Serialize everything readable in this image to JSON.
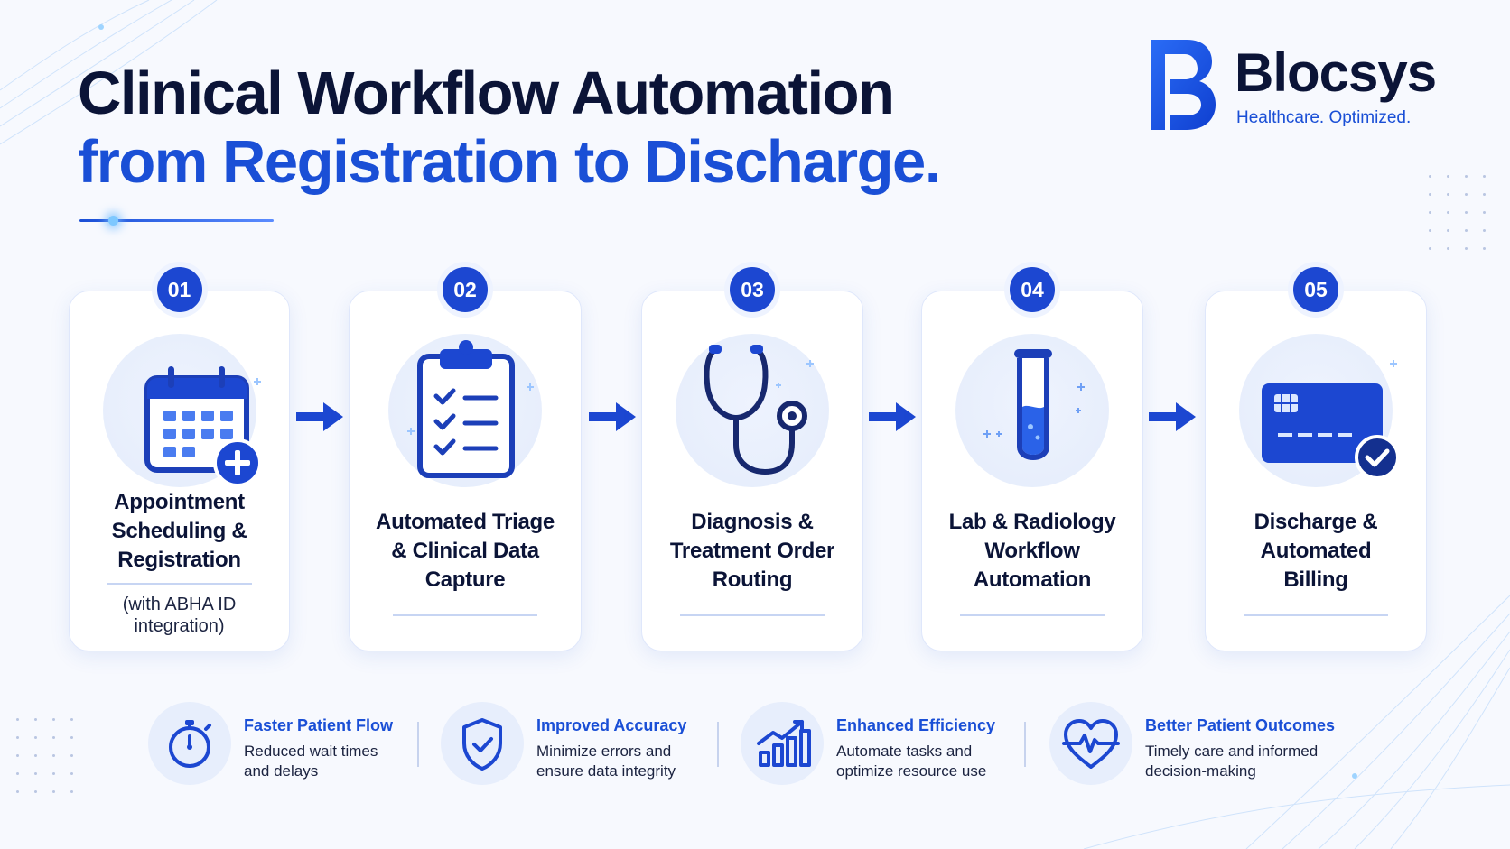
{
  "header": {
    "title_line1": "Clinical Workflow Automation",
    "title_line2": "from Registration to Discharge."
  },
  "brand": {
    "name": "Blocsys",
    "tagline": "Healthcare. Optimized."
  },
  "colors": {
    "primary": "#1c47d1",
    "accent": "#1a4fd6",
    "dark_text": "#0b1437",
    "card_bg": "#ffffff",
    "page_bg": "#f7f9fe"
  },
  "steps": [
    {
      "number": "01",
      "label": "Appointment Scheduling & Registration",
      "note": "(with ABHA ID integration)",
      "icon": "calendar-plus-icon"
    },
    {
      "number": "02",
      "label": "Automated Triage & Clinical Data Capture",
      "icon": "clipboard-checklist-icon"
    },
    {
      "number": "03",
      "label": "Diagnosis & Treatment Order Routing",
      "icon": "stethoscope-icon"
    },
    {
      "number": "04",
      "label": "Lab & Radiology Workflow Automation",
      "icon": "test-tube-icon"
    },
    {
      "number": "05",
      "label": "Discharge & Automated Billing",
      "icon": "credit-card-check-icon"
    }
  ],
  "benefits": [
    {
      "title": "Faster Patient Flow",
      "description": "Reduced wait times and delays",
      "icon": "stopwatch-icon"
    },
    {
      "title": "Improved Accuracy",
      "description": "Minimize errors and ensure data integrity",
      "icon": "shield-check-icon"
    },
    {
      "title": "Enhanced Efficiency",
      "description": "Automate tasks and optimize resource use",
      "icon": "growth-chart-icon"
    },
    {
      "title": "Better Patient Outcomes",
      "description": "Timely care and informed decision-making",
      "icon": "heartbeat-icon"
    }
  ]
}
